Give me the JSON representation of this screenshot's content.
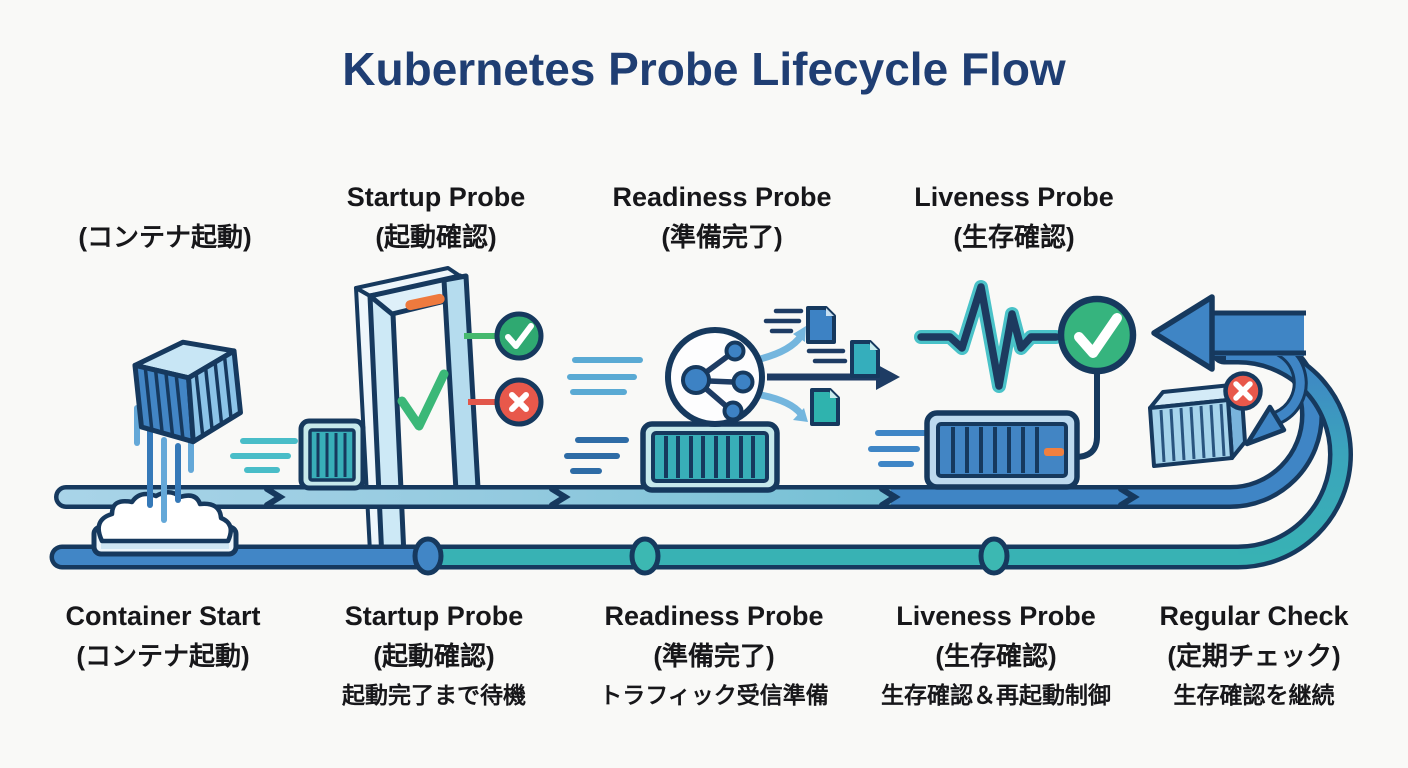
{
  "title": "Kubernetes Probe Lifecycle Flow",
  "stages": {
    "top": [
      {
        "title": "",
        "subtitle": "(コンテナ起動)"
      },
      {
        "title": "Startup Probe",
        "subtitle": "(起動確認)"
      },
      {
        "title": "Readiness Probe",
        "subtitle": "(準備完了)"
      },
      {
        "title": "Liveness Probe",
        "subtitle": "(生存確認)"
      }
    ],
    "bottom": [
      {
        "title": "Container Start",
        "subtitle": "(コンテナ起動)",
        "note": ""
      },
      {
        "title": "Startup Probe",
        "subtitle": "(起動確認)",
        "note": "起動完了まで待機"
      },
      {
        "title": "Readiness Probe",
        "subtitle": "(準備完了)",
        "note": "トラフィック受信準備"
      },
      {
        "title": "Liveness Probe",
        "subtitle": "(生存確認)",
        "note": "生存確認＆再起動制御"
      },
      {
        "title": "Regular Check",
        "subtitle": "(定期チェック)",
        "note": "生存確認を継続"
      }
    ]
  },
  "colors": {
    "title_navy": "#1f3e73",
    "outline_navy": "#16395e",
    "blue": "#3f85c5",
    "light_blue": "#a9d4e8",
    "teal": "#38b2b4",
    "teal_container": "#38aeb8",
    "green": "#2fa971",
    "red": "#e8584b",
    "orange": "#ee7a3e",
    "text": "#17171a",
    "background": "#f9f9f7"
  },
  "icons": {
    "falling-container": "tumbling container cube dropping onto timeline",
    "splash-cloud": "landing splash cloud on platform",
    "speed-lines": "motion dashes",
    "container": "container box with vertical slats",
    "startup-gate": "3D gate frame with green checkmark and orange light",
    "success-badge": "green circle with white checkmark",
    "failure-badge": "red circle with white X",
    "share-network": "white circle with network share hub",
    "document": "document page with folded corner",
    "traffic-arrow": "long right-pointing arrow",
    "heartbeat": "ECG heartbeat pulse line",
    "liveness-check": "large green circle with white checkmark",
    "restart-loop": "small circular restart arrow",
    "loop-arrow": "large loop arrow curving back to the left",
    "timeline-node": "milestone dot on lower timeline"
  }
}
